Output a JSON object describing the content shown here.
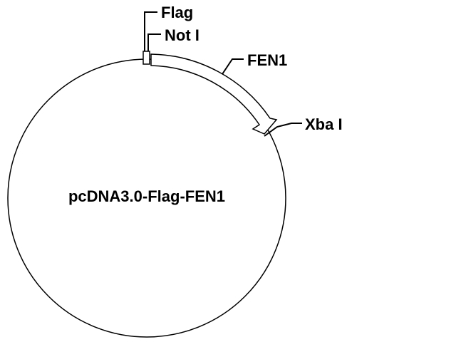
{
  "plasmid": {
    "name": "pcDNA3.0-Flag-FEN1"
  },
  "features": {
    "flag": {
      "label": "Flag"
    },
    "not1": {
      "label": "Not I"
    },
    "fen1": {
      "label": "FEN1"
    },
    "xba1": {
      "label": "Xba I"
    }
  },
  "colors": {
    "stroke": "#000000",
    "background": "#ffffff"
  }
}
